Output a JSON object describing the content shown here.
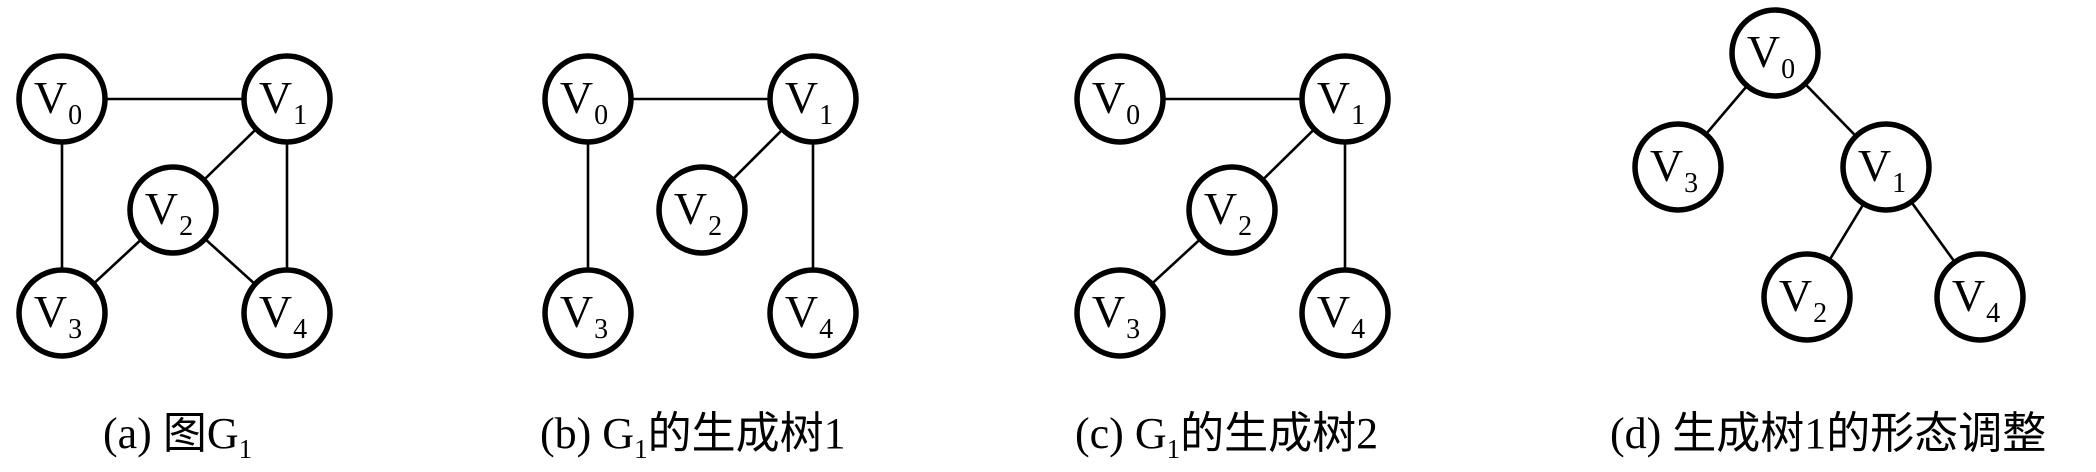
{
  "panels": [
    {
      "id": "a",
      "caption": {
        "prefix": "(a) 图G",
        "sub": "1",
        "suffix": ""
      },
      "nodes": [
        {
          "id": "v0",
          "base": "V",
          "sub": "0"
        },
        {
          "id": "v1",
          "base": "V",
          "sub": "1"
        },
        {
          "id": "v2",
          "base": "V",
          "sub": "2"
        },
        {
          "id": "v3",
          "base": "V",
          "sub": "3"
        },
        {
          "id": "v4",
          "base": "V",
          "sub": "4"
        }
      ],
      "edges": [
        [
          "v0",
          "v1"
        ],
        [
          "v0",
          "v3"
        ],
        [
          "v1",
          "v2"
        ],
        [
          "v1",
          "v4"
        ],
        [
          "v2",
          "v3"
        ],
        [
          "v2",
          "v4"
        ]
      ]
    },
    {
      "id": "b",
      "caption": {
        "prefix": "(b) G",
        "sub": "1",
        "suffix": "的生成树1"
      },
      "nodes": [
        {
          "id": "v0",
          "base": "V",
          "sub": "0"
        },
        {
          "id": "v1",
          "base": "V",
          "sub": "1"
        },
        {
          "id": "v2",
          "base": "V",
          "sub": "2"
        },
        {
          "id": "v3",
          "base": "V",
          "sub": "3"
        },
        {
          "id": "v4",
          "base": "V",
          "sub": "4"
        }
      ],
      "edges": [
        [
          "v0",
          "v1"
        ],
        [
          "v0",
          "v3"
        ],
        [
          "v1",
          "v2"
        ],
        [
          "v1",
          "v4"
        ]
      ]
    },
    {
      "id": "c",
      "caption": {
        "prefix": "(c) G",
        "sub": "1",
        "suffix": "的生成树2"
      },
      "nodes": [
        {
          "id": "v0",
          "base": "V",
          "sub": "0"
        },
        {
          "id": "v1",
          "base": "V",
          "sub": "1"
        },
        {
          "id": "v2",
          "base": "V",
          "sub": "2"
        },
        {
          "id": "v3",
          "base": "V",
          "sub": "3"
        },
        {
          "id": "v4",
          "base": "V",
          "sub": "4"
        }
      ],
      "edges": [
        [
          "v0",
          "v1"
        ],
        [
          "v1",
          "v2"
        ],
        [
          "v1",
          "v4"
        ],
        [
          "v2",
          "v3"
        ]
      ]
    },
    {
      "id": "d",
      "caption": {
        "prefix": "(d) 生成树1的形态调整",
        "sub": "",
        "suffix": ""
      },
      "nodes": [
        {
          "id": "v0",
          "base": "V",
          "sub": "0"
        },
        {
          "id": "v3",
          "base": "V",
          "sub": "3"
        },
        {
          "id": "v1",
          "base": "V",
          "sub": "1"
        },
        {
          "id": "v2",
          "base": "V",
          "sub": "2"
        },
        {
          "id": "v4",
          "base": "V",
          "sub": "4"
        }
      ],
      "edges": [
        [
          "v0",
          "v3"
        ],
        [
          "v0",
          "v1"
        ],
        [
          "v1",
          "v2"
        ],
        [
          "v1",
          "v4"
        ]
      ]
    }
  ]
}
